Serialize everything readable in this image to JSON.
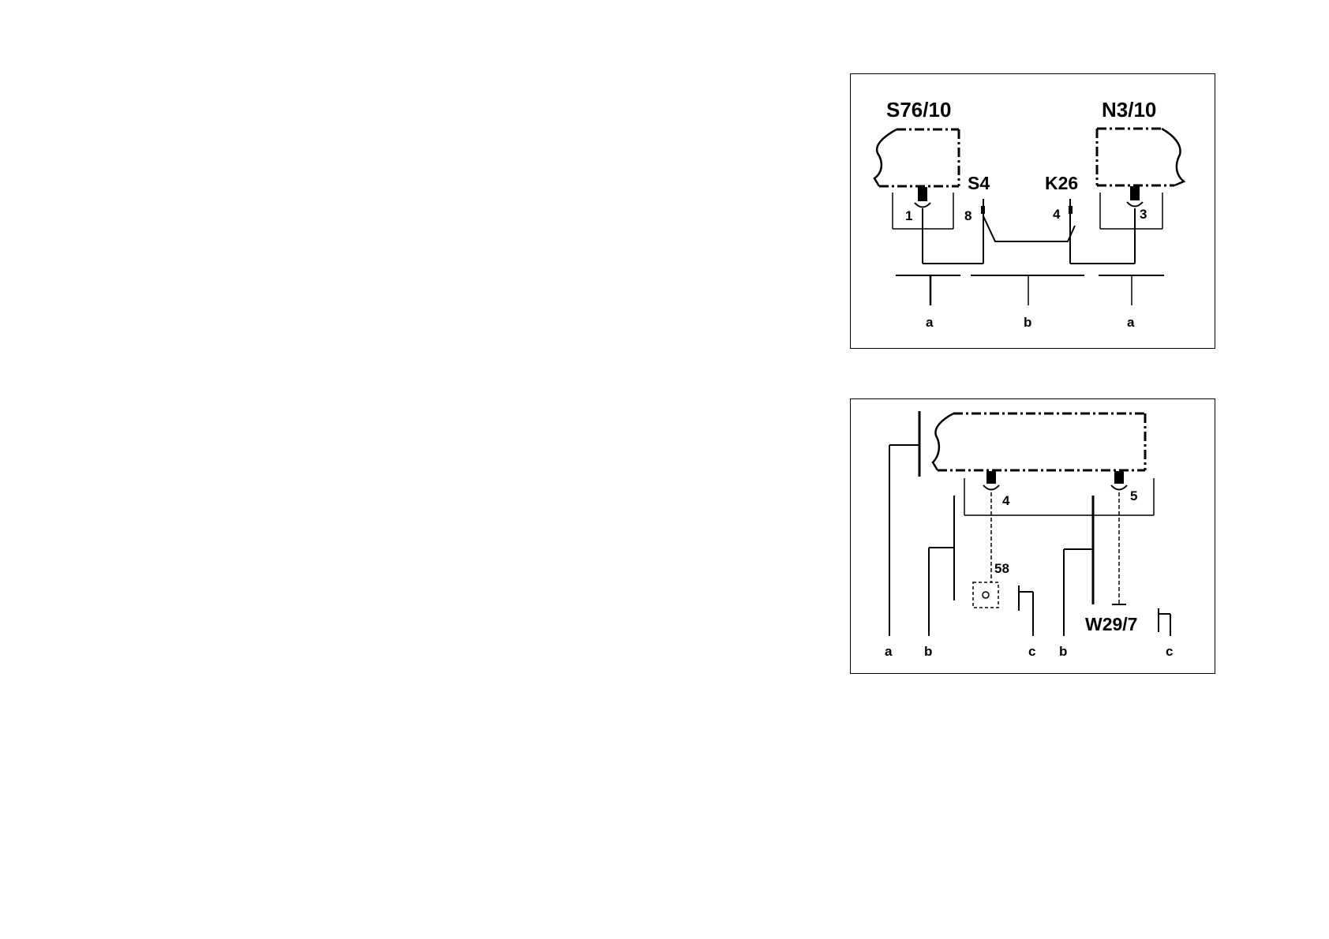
{
  "diagram_top": {
    "components": {
      "left": "S76/10",
      "right": "N3/10",
      "switch": "S4",
      "relay": "K26"
    },
    "pins": {
      "left_connector": "1",
      "right_connector": "3",
      "switch": "8",
      "relay": "4"
    },
    "bus_labels": [
      "a",
      "b",
      "a"
    ]
  },
  "diagram_bottom": {
    "pins": {
      "left_connector": "4",
      "right_connector": "5",
      "terminal": "58"
    },
    "component": "W29/7",
    "bus_labels": [
      "a",
      "b",
      "c",
      "b",
      "c"
    ]
  }
}
